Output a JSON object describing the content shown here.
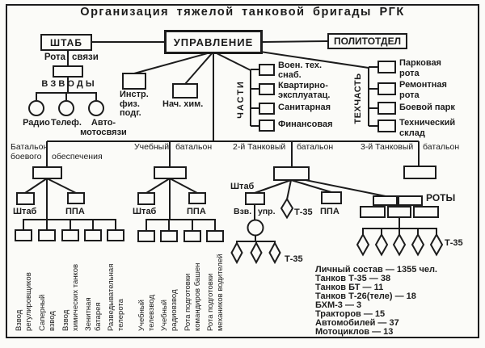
{
  "title": "Организация тяжелой танковой бригады РГК",
  "colors": {
    "ink": "#1c1c1c",
    "paper": "#fbfbf8"
  },
  "headquarters": {
    "shtab": "ШТАБ",
    "upravlenie": "УПРАВЛЕНИЕ",
    "politotdel": "ПОЛИТОТДЕЛ"
  },
  "signal_company": {
    "word1": "Рота",
    "word2": "связи",
    "platoons_title": "В З В О Д Ы",
    "platoon1": "Радио",
    "platoon2": "Телеф.",
    "platoon3": "Авто-\nмотосвязи"
  },
  "staff_units": {
    "instructor": "Инстр.\nфиз.\nподг.",
    "nach_him": "Нач. хим."
  },
  "chasti": {
    "label": "ЧАСТИ",
    "item1": "Воен. тех.\nснаб.",
    "item2": "Квартирно-\nэксплуатац.",
    "item3": "Санитарная",
    "item4": "Финансовая"
  },
  "tehchast": {
    "label": "ТЕХЧАСТЬ",
    "item1": "Парковая\nрота",
    "item2": "Ремонтная\nрота",
    "item3": "Боевой парк",
    "item4": "Технический\nсклад"
  },
  "bbo": {
    "w1": "Батальон",
    "w2": "боевого",
    "w3": "обеспечения",
    "shtab": "Штаб",
    "ppa": "ППА",
    "unit1": "Взвод\nрегулировщиков",
    "unit2": "Саперный\nвзвод",
    "unit3": "Взвод\nхимических танков",
    "unit4": "Зенитная\nбатарея",
    "unit5": "Разведывательная\nтелерота"
  },
  "uchebny": {
    "w1": "Учебный",
    "w2": "батальон",
    "shtab": "Штаб",
    "ppa": "ППА",
    "unit1": "Учебный\nтелевзвод",
    "unit2": "Учебный\nрадиовзвод",
    "unit3": "Рота подготовки\nкомандиров башен",
    "unit4": "Рота подготовки\nмехаников водителей"
  },
  "tank2": {
    "w1": "2-й Танковый",
    "w2": "батальон",
    "shtab": "Штаб",
    "vzv": "Взв.",
    "upr": "упр.",
    "t35_hq": "Т-35",
    "ppa": "ППА",
    "t35_platoon": "Т-35"
  },
  "tank3": {
    "w1": "3-й Танковый",
    "w2": "батальон"
  },
  "roty": {
    "label": "РОТЫ",
    "t35": "Т-35"
  },
  "stats": {
    "line1": "Личный состав — 1355 чел.",
    "line2": "Танков Т-35 — 38",
    "line3": "Танков БТ — 11",
    "line4": "Танков Т-26(теле) — 18",
    "line5": "БХМ-3 — 3",
    "line6": "Тракторов — 15",
    "line7": "Автомобилей — 37",
    "line8": "Мотоциклов — 13"
  }
}
